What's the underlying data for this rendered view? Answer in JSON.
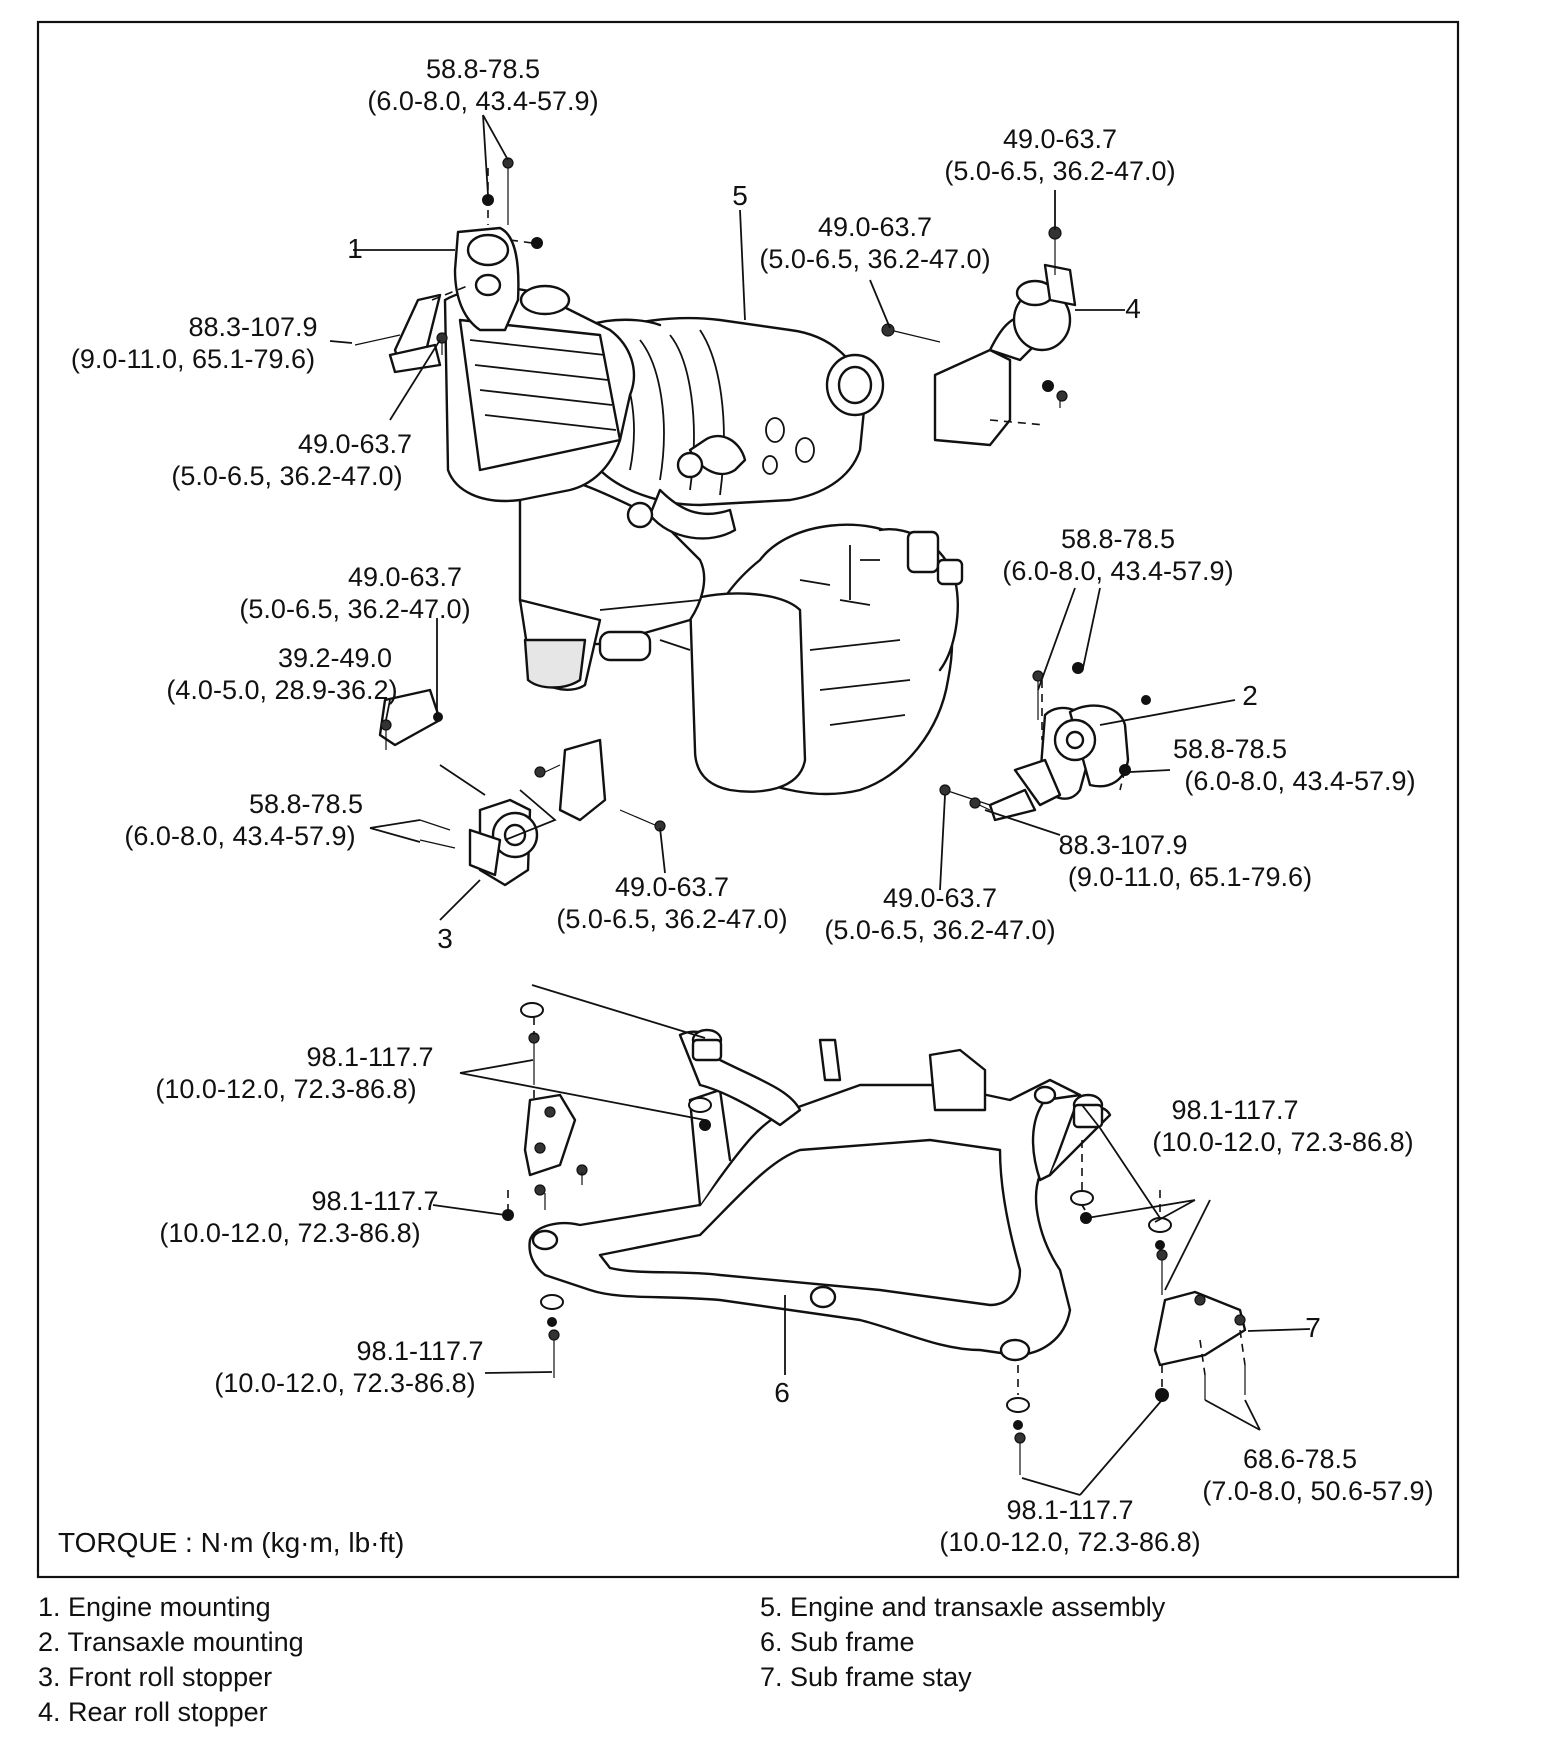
{
  "torque_note": "TORQUE : N·m (kg·m, lb·ft)",
  "callouts": {
    "t1": [
      "58.8-78.5",
      "(6.0-8.0, 43.4-57.9)"
    ],
    "t2": [
      "88.3-107.9",
      "(9.0-11.0, 65.1-79.6)"
    ],
    "t3": [
      "49.0-63.7",
      "(5.0-6.5, 36.2-47.0)"
    ],
    "t4": [
      "49.0-63.7",
      "(5.0-6.5, 36.2-47.0)"
    ],
    "t5": [
      "49.0-63.7",
      "(5.0-6.5, 36.2-47.0)"
    ],
    "t6": [
      "49.0-63.7",
      "(5.0-6.5, 36.2-47.0)"
    ],
    "t7": [
      "39.2-49.0",
      "(4.0-5.0, 28.9-36.2)"
    ],
    "t8": [
      "58.8-78.5",
      "(6.0-8.0, 43.4-57.9)"
    ],
    "t9": [
      "49.0-63.7",
      "(5.0-6.5, 36.2-47.0)"
    ],
    "t10": [
      "58.8-78.5",
      "(6.0-8.0, 43.4-57.9)"
    ],
    "t11": [
      "58.8-78.5",
      "(6.0-8.0, 43.4-57.9)"
    ],
    "t12": [
      "88.3-107.9",
      "(9.0-11.0, 65.1-79.6)"
    ],
    "t13": [
      "49.0-63.7",
      "(5.0-6.5, 36.2-47.0)"
    ],
    "t14": [
      "98.1-117.7",
      "(10.0-12.0, 72.3-86.8)"
    ],
    "t15": [
      "98.1-117.7",
      "(10.0-12.0, 72.3-86.8)"
    ],
    "t16": [
      "98.1-117.7",
      "(10.0-12.0, 72.3-86.8)"
    ],
    "t17": [
      "98.1-117.7",
      "(10.0-12.0, 72.3-86.8)"
    ],
    "t18": [
      "98.1-117.7",
      "(10.0-12.0, 72.3-86.8)"
    ],
    "t19": [
      "68.6-78.5",
      "(7.0-8.0, 50.6-57.9)"
    ]
  },
  "part_numbers": [
    "1",
    "2",
    "3",
    "4",
    "5",
    "6",
    "7"
  ],
  "legend_left": [
    "1. Engine mounting",
    "2. Transaxle mounting",
    "3. Front roll stopper",
    "4. Rear roll stopper"
  ],
  "legend_right": [
    "5. Engine and transaxle assembly",
    "6. Sub frame",
    "7. Sub frame stay"
  ]
}
